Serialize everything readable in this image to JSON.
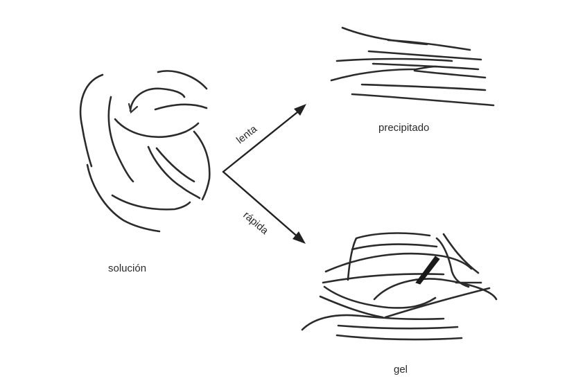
{
  "labels": {
    "solution": "solución",
    "slow": "lenta",
    "fast": "rápida",
    "precipitate": "precipitado",
    "gel": "gel"
  }
}
